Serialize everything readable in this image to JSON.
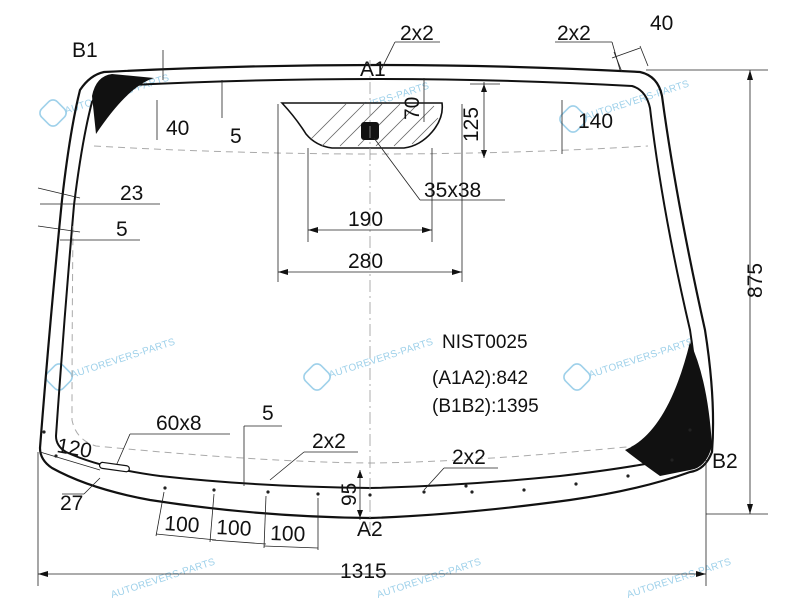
{
  "part_code": "NIST0025",
  "distances": {
    "a1a2": "(A1A2):842",
    "b1b2": "(B1B2):1395"
  },
  "points": {
    "a1": "A1",
    "a2": "A2",
    "b1": "B1",
    "b2": "B2"
  },
  "dimensions": {
    "d_2x2_top_center": "2x2",
    "d_2x2_top_right": "2x2",
    "d_40_top_right": "40",
    "d_40_left": "40",
    "d_5_left_top": "5",
    "d_70": "70",
    "d_125": "125",
    "d_140": "140",
    "d_23": "23",
    "d_5_left": "5",
    "d_35x38": "35x38",
    "d_190": "190",
    "d_280": "280",
    "d_875": "875",
    "d_60x8": "60x8",
    "d_5_bottom": "5",
    "d_2x2_bottom_left": "2x2",
    "d_2x2_bottom_right": "2x2",
    "d_120": "120",
    "d_27": "27",
    "d_95": "95",
    "d_100_a": "100",
    "d_100_b": "100",
    "d_100_c": "100",
    "d_1315": "1315"
  },
  "watermark": "AUTOREVERS-PARTS",
  "colors": {
    "line": "#222222",
    "blackout": "#111111",
    "watermark": "#9fd1ea"
  }
}
